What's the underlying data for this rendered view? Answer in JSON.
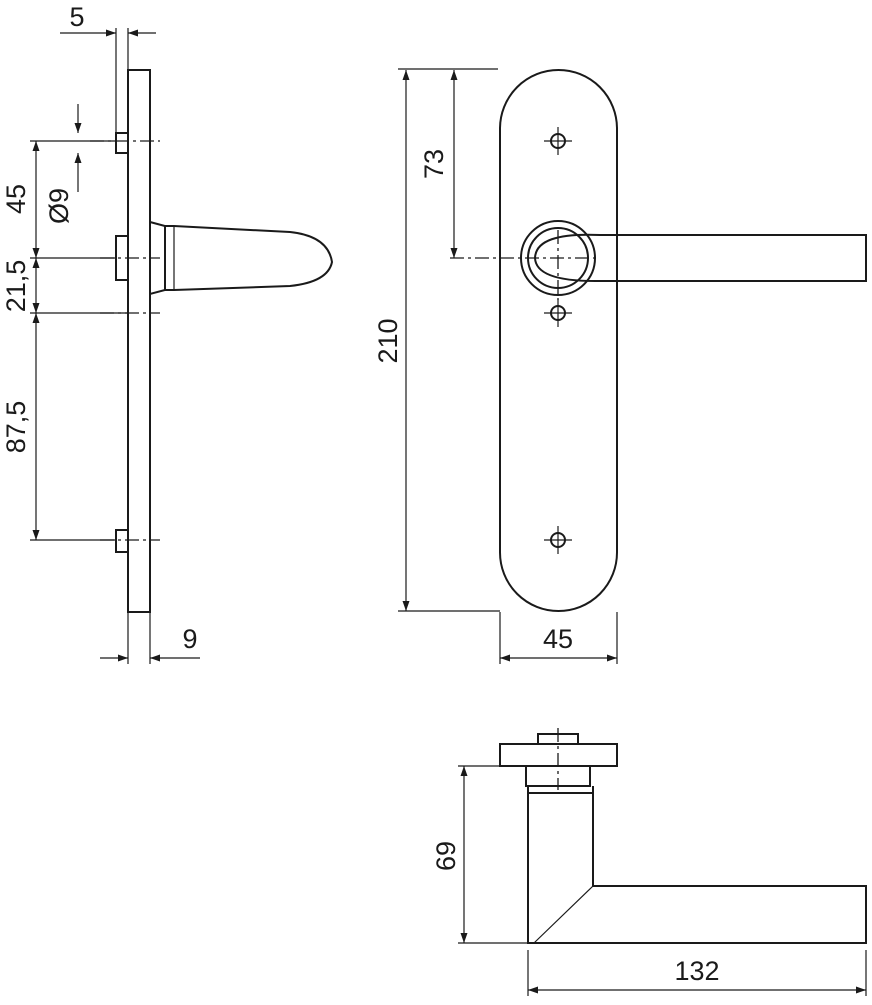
{
  "dimensions": {
    "side_rose_offset": "5",
    "spindle_diameter": "Ø9",
    "upper_hole_distance": "45",
    "handle_to_hole": "21,5",
    "lower_hole_distance": "87,5",
    "plate_thickness": "9",
    "plate_height": "210",
    "handle_height_from_top": "73",
    "plate_width": "45",
    "handle_projection": "69",
    "handle_length": "132"
  }
}
